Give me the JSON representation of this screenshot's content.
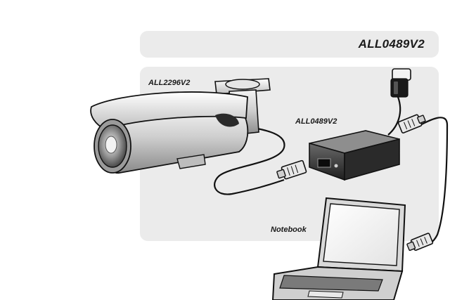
{
  "header": {
    "title": "ALL0489V2"
  },
  "labels": {
    "camera": "ALL2296V2",
    "injector": "ALL0489V2",
    "notebook": "Notebook"
  }
}
